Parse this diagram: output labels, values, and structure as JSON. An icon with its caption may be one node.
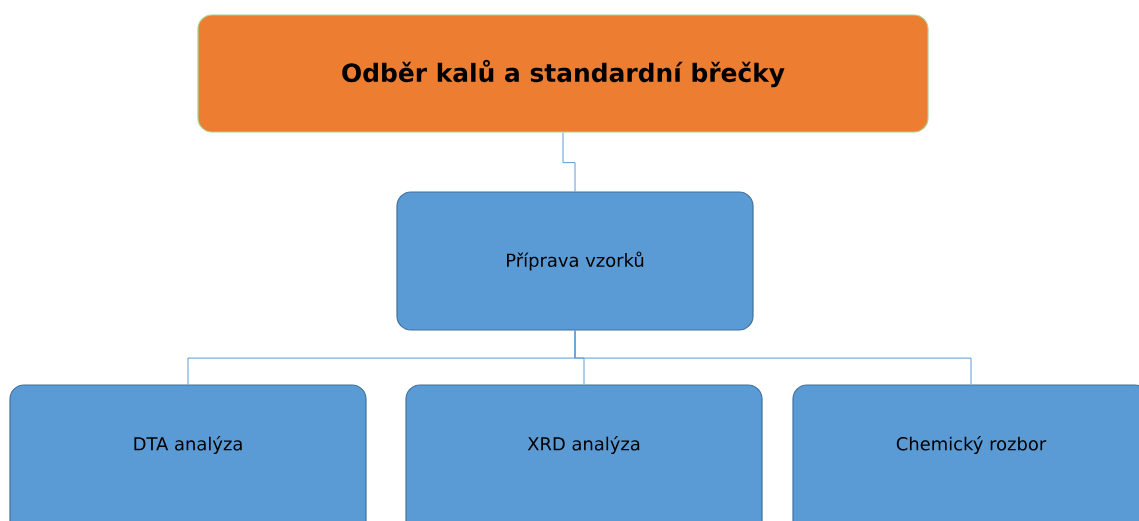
{
  "diagram": {
    "nodes": [
      {
        "text": [
          "Odběr kalů a standardní břečky"
        ]
      },
      {
        "text": [
          "Příprava vzorků"
        ]
      },
      {
        "text": [
          "DTA analýza"
        ]
      },
      {
        "text": [
          "XRD analýza"
        ]
      },
      {
        "text": [
          "Chemický rozbor"
        ]
      }
    ],
    "edges": [
      {
        "from": 0,
        "to": 1,
        "arrow": "none"
      },
      {
        "from": 1,
        "to": 2,
        "arrow": "none"
      },
      {
        "from": 1,
        "to": 3,
        "arrow": "none"
      },
      {
        "from": 1,
        "to": 4,
        "arrow": "none"
      }
    ]
  }
}
